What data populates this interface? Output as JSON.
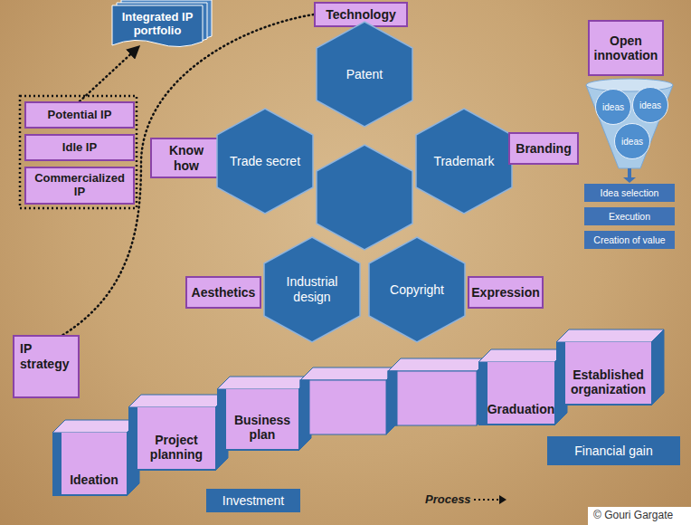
{
  "diagram": {
    "nodes": [
      {
        "text": [
          "Technology"
        ]
      },
      {
        "text": [
          "Integrated IP portfolio"
        ]
      },
      {
        "text": [
          "Open innovation"
        ]
      },
      {
        "text": [
          "Potential IP"
        ]
      },
      {
        "text": [
          "Idle IP"
        ]
      },
      {
        "text": [
          "Commercialized IP"
        ]
      },
      {
        "text": [
          "Patent"
        ]
      },
      {
        "text": [
          "ideas"
        ]
      },
      {
        "text": [
          "ideas"
        ]
      },
      {
        "text": [
          "ideas"
        ]
      },
      {
        "text": [
          "Know how"
        ]
      },
      {
        "text": [
          "Trade secret"
        ]
      },
      {
        "text": [
          "Trademark"
        ]
      },
      {
        "text": [
          "Branding"
        ]
      },
      {
        "text": [
          "Idea selection"
        ]
      },
      {
        "text": [
          "Execution"
        ]
      },
      {
        "text": [
          "Creation of value"
        ]
      },
      {
        "text": [
          "Aesthetics"
        ]
      },
      {
        "text": [
          "Industrial design"
        ]
      },
      {
        "text": [
          "Copyright"
        ]
      },
      {
        "text": [
          "Expression"
        ]
      },
      {
        "text": [
          "IP strategy"
        ]
      },
      {
        "text": [
          "Established organization"
        ]
      },
      {
        "text": [
          "Graduation"
        ]
      },
      {
        "text": [
          "Ideation"
        ]
      },
      {
        "text": [
          "Project planning"
        ]
      },
      {
        "text": [
          "Business plan"
        ]
      },
      {
        "text": [
          "Financial gain"
        ]
      },
      {
        "text": [
          "Investment"
        ]
      }
    ],
    "edges": [
      {
        "from": 3,
        "to": 1,
        "arrow": "to"
      },
      {
        "from": 21,
        "to": 0,
        "arrow": "none"
      }
    ],
    "labels": [
      "Process",
      "© Gouri Gargate"
    ]
  }
}
